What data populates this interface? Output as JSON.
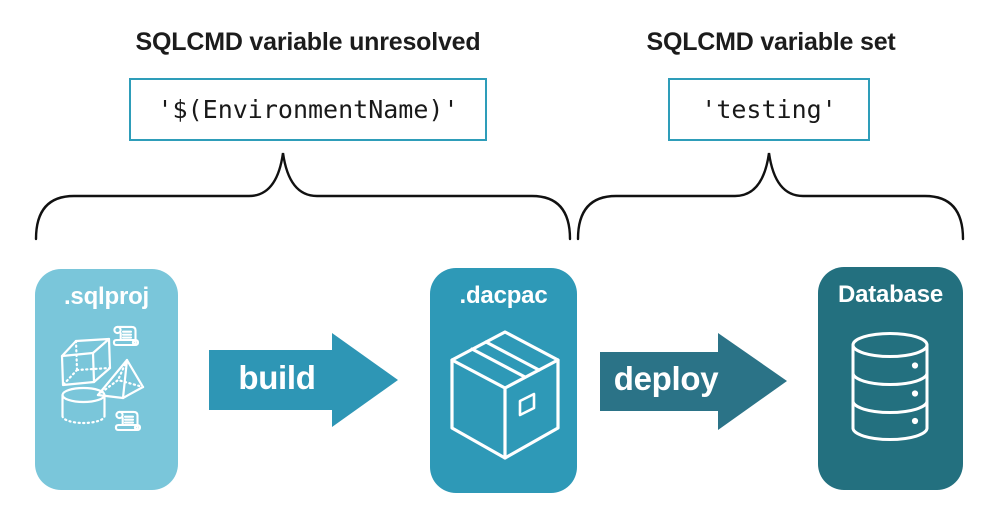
{
  "annotations": {
    "left": {
      "heading": "SQLCMD variable unresolved",
      "code": "'$(EnvironmentName)'"
    },
    "right": {
      "heading": "SQLCMD variable set",
      "code": "'testing'"
    }
  },
  "pipeline": {
    "nodes": {
      "sqlproj": {
        "label": ".sqlproj",
        "color": "#7ac6da",
        "icon": "sql-objects-icon"
      },
      "dacpac": {
        "label": ".dacpac",
        "color": "#2e99b7",
        "icon": "package-box-icon"
      },
      "database": {
        "label": "Database",
        "color": "#23707f",
        "icon": "database-cylinder-icon"
      }
    },
    "arrows": {
      "build": {
        "label": "build",
        "color": "#2e96b5"
      },
      "deploy": {
        "label": "deploy",
        "color": "#2b7387"
      }
    }
  },
  "colors": {
    "code_box_border": "#2e9db9",
    "brace_stroke": "#111111",
    "heading_text": "#1c1c1c",
    "icon_stroke": "#ffffff",
    "background": "#ffffff"
  }
}
